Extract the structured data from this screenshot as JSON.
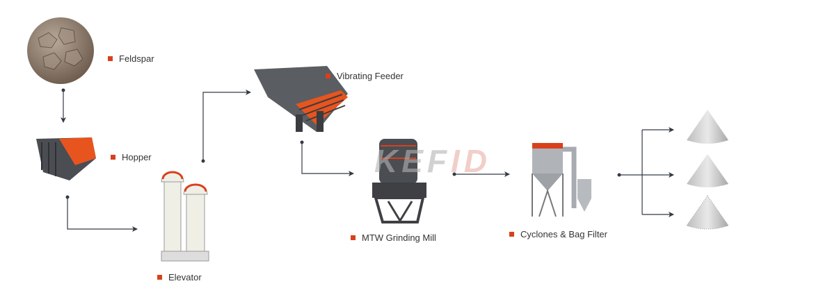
{
  "colors": {
    "accent": "#d8401c",
    "arrow": "#333a44",
    "machine": "#4a4d52",
    "orange": "#e8541e"
  },
  "watermark": {
    "main": "KEF",
    "tail": "ID"
  },
  "steps": [
    {
      "id": "feldspar",
      "label": "Feldspar",
      "icon": "rock-pile-icon"
    },
    {
      "id": "hopper",
      "label": "Hopper",
      "icon": "hopper-icon"
    },
    {
      "id": "elevator",
      "label": "Elevator",
      "icon": "bucket-elevator-icon"
    },
    {
      "id": "feeder",
      "label": "Vibrating Feeder",
      "icon": "vibrating-feeder-icon"
    },
    {
      "id": "mill",
      "label": "MTW Grinding Mill",
      "icon": "grinding-mill-icon"
    },
    {
      "id": "filter",
      "label": "Cyclones & Bag Filter",
      "icon": "cyclone-filter-icon"
    }
  ],
  "outputs": [
    {
      "icon": "powder-cone-icon"
    },
    {
      "icon": "powder-cone-icon"
    },
    {
      "icon": "powder-cone-icon"
    }
  ]
}
